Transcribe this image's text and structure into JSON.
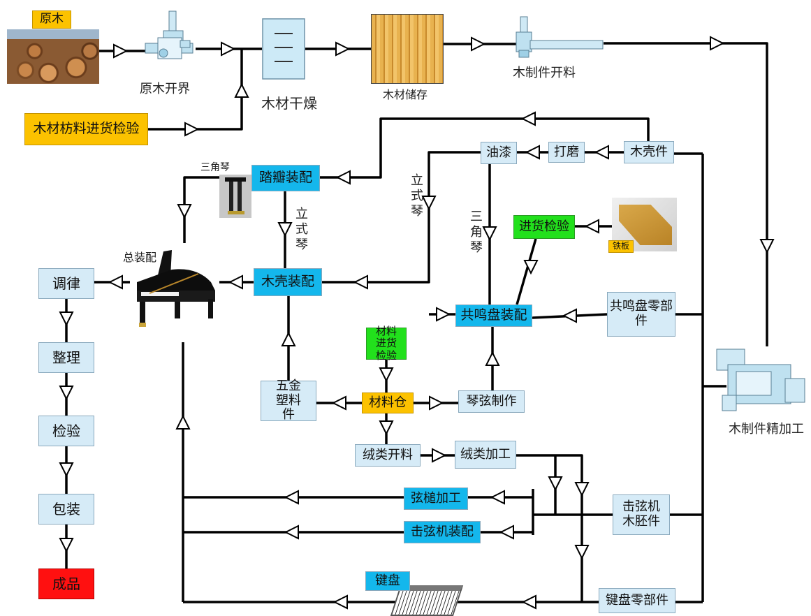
{
  "nodes": {
    "raw_wood": "原木",
    "raw_wood_sawing": "原木开界",
    "lumber_inspection": "木材枋料进货检验",
    "wood_drying": "木材干燥",
    "wood_storage": "木材储存",
    "wood_parts_cutting": "木制件开料",
    "wood_parts_finishing": "木制件精加工",
    "paint": "油漆",
    "sanding": "打磨",
    "wood_case": "木壳件",
    "pedal_assembly": "踏瓣装配",
    "case_assembly": "木壳装配",
    "soundboard_assembly": "共鸣盘装配",
    "soundboard_parts": "共鸣盘零部件",
    "incoming_inspection": "进货检验",
    "iron_plate": "铁板",
    "material_inspection": "材料进货检验",
    "material_warehouse": "材料仓",
    "hardware_plastic": "五金塑料件",
    "string_making": "琴弦制作",
    "felt_cutting": "绒类开料",
    "felt_processing": "绒类加工",
    "hammer_processing": "弦槌加工",
    "action_assembly": "击弦机装配",
    "action_wood_blanks": "击弦机木胚件",
    "keyboard": "键盘",
    "keyboard_parts": "键盘零部件",
    "tuning": "调律",
    "regulation": "整理",
    "inspection": "检验",
    "packaging": "包装",
    "finished": "成品"
  },
  "labels": {
    "final_assembly": "总装配",
    "grand_piano": "三角琴",
    "upright_1": "立式琴",
    "upright_2": "立式琴",
    "grand_2": "三角琴"
  },
  "colors": {
    "light_blue": "#d6ebf7",
    "cyan": "#14b7ec",
    "green": "#22e01c",
    "yellow": "#fcc200",
    "red": "#ff1010",
    "line": "#000000"
  },
  "icons": {
    "logs": "log-pile-photo",
    "saw": "band-saw-machine-icon",
    "dryer": "drying-kiln-icon",
    "storage": "lumber-stack-photo",
    "cutter": "panel-saw-icon",
    "pedal": "pedal-lyre-photo",
    "plate": "cast-iron-plate-photo",
    "piano": "grand-piano-photo",
    "cnc": "cnc-machine-icon",
    "keys": "keyboard-photo"
  }
}
